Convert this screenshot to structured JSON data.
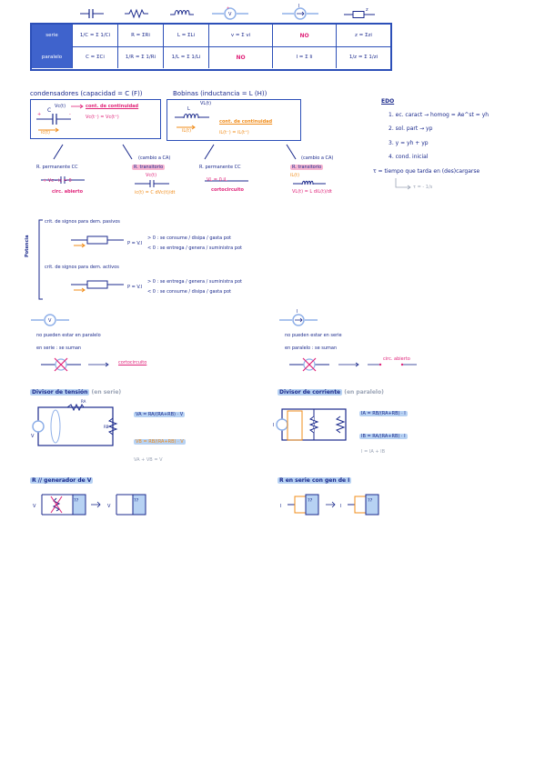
{
  "table": {
    "rows": [
      {
        "label": "serie",
        "cells": [
          "1/C = Σ 1/Ci",
          "R = ΣRi",
          "L = ΣLi",
          "v = Σ vi",
          "NO",
          "z = Σzi"
        ]
      },
      {
        "label": "paralelo",
        "cells": [
          "C = ΣCi",
          "1/R = Σ 1/Ri",
          "1/L = Σ 1/Li",
          "NO",
          "I = Σ Ii",
          "1/z = Σ 1/zi"
        ]
      }
    ]
  },
  "capacitors": {
    "title": "condensadores (capacidad = C (F))",
    "vc_label": "Vc(t)",
    "continuity": "cont. de continuidad",
    "continuity_eq": "Vc(t⁻) = Vc(t⁺)",
    "ic_label": "ic(t)",
    "sign_plus": "+",
    "sign_minus": "-",
    "c_label": "C"
  },
  "inductors": {
    "title": "Bobinas (inductancia = L (H))",
    "vl_label": "VL(t)",
    "continuity": "cont. de continuidad",
    "continuity_eq": "iL(t⁻) = iL(t⁺)",
    "il_label": "iL(t)",
    "l_label": "L"
  },
  "regimes": [
    {
      "title": "R. permanente  CC",
      "sub": "circ. abierto",
      "eq": "+ Vc  -  ic = 0"
    },
    {
      "title": "R. transitorio",
      "tag": "(cambio a CA)",
      "eq": "ic(t) = C dVc(t)/dt",
      "top": "Vc(t)"
    },
    {
      "title": "R. permanente  CC",
      "sub": "cortocircuito",
      "eq": "VL = 0     iL"
    },
    {
      "title": "R. transitorio",
      "tag": "(cambio a CA)",
      "eq": "VL(t) = L diL(t)/dt",
      "top": "iL(t)"
    }
  ],
  "edo": {
    "title": "EDO",
    "steps": [
      "1. ec. caract → homog = Ae^st = yh",
      "2. sol. part → yp",
      "3. y = yh + yp",
      "4. cond. inicial"
    ],
    "tau": "τ = tiempo que tarda en (des)cargarse",
    "tau_eq": "τ = - 1/s"
  },
  "power": {
    "side_label": "Potencia",
    "passive_title": "crit. de signos para dem. pasivos",
    "active_title": "crit. de signos para dem. activos",
    "pvi": "P = V.I",
    "passive_pos": "> 0 : se consume / disipa / gasta pot",
    "passive_neg": "< 0 : se entrega / genera / suministra pot",
    "active_pos": "> 0 : se entrega / genera / suministra pot",
    "active_neg": "< 0 : se consume / disipa / gasta pot"
  },
  "voltage_source": {
    "note1": "no pueden estar en paralelo",
    "note2": "en serie : se suman",
    "result": "cortocircuito"
  },
  "current_source": {
    "note1": "no pueden estar en serie",
    "note2": "en paralelo : se suman",
    "result": "circ. abierto"
  },
  "voltage_divider": {
    "title": "Divisor de tensión",
    "paren": "(en serie)",
    "va": "VA = RA/(RA+RB) · V",
    "vb": "VB = RB/(RA+RB) · V",
    "sum": "VA + VB = V"
  },
  "current_divider": {
    "title": "Divisor de corriente",
    "paren": "(en paralelo)",
    "ia": "IA = RB/(RA+RB) · I",
    "ib": "IB = RA/(RA+RB) · I",
    "sum": "I = IA + IB"
  },
  "gen_v": {
    "title": "R // generador de V",
    "box": "??"
  },
  "gen_i": {
    "title": "R en serie con gen de I",
    "box": "??"
  }
}
